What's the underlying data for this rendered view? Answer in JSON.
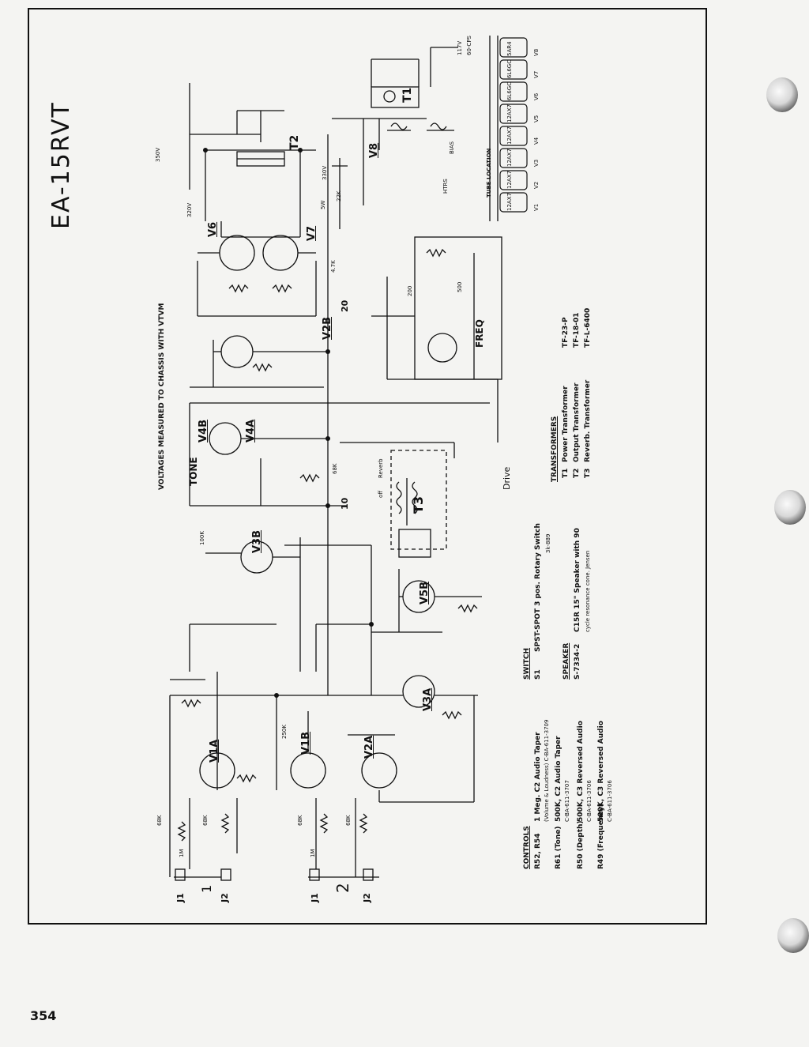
{
  "title": "EA-15RVT",
  "page_number": "354",
  "voltage_note": "VOLTAGES MEASURED TO CHASSIS WITH VTVM",
  "tubes": [
    "V1A",
    "V1B",
    "V2A",
    "V2B",
    "V3A",
    "V3B",
    "V4A",
    "V4B",
    "V5B",
    "V6",
    "V7",
    "V8"
  ],
  "transformer_refs": [
    "T1",
    "T2",
    "T3"
  ],
  "panel_labels": {
    "tone": "TONE",
    "freq": "FREQ",
    "drive": "Drive",
    "reverb": "Reverb",
    "off": "off",
    "bias": "BIAS",
    "htrs": "HTRS"
  },
  "inputs": {
    "j1a": "J1",
    "j2a": "J2",
    "j1b": "J1",
    "j2b": "J2",
    "ch1": "1",
    "ch2": "2"
  },
  "misc_values": [
    "68K",
    "68K",
    "68K",
    "68K",
    "1M",
    "1M",
    "100K",
    "68K",
    "5W",
    "4.7K",
    "500",
    "250K",
    "22K",
    "200",
    "330V",
    "320V",
    "350V",
    "117V",
    "60-CPS",
    "20",
    "10"
  ],
  "tube_chart": {
    "label": "TUBE LOCATION",
    "tubes": [
      {
        "pos": "V1",
        "type": "12AX7"
      },
      {
        "pos": "V2",
        "type": "12AX7"
      },
      {
        "pos": "V3",
        "type": "12AX7"
      },
      {
        "pos": "V4",
        "type": "12AX7"
      },
      {
        "pos": "V5",
        "type": "12AX7"
      },
      {
        "pos": "V6",
        "type": "6L6GC"
      },
      {
        "pos": "V7",
        "type": "6L6GC"
      },
      {
        "pos": "V8",
        "type": "5AR4"
      }
    ]
  },
  "controls": {
    "heading": "CONTROLS",
    "items": [
      {
        "ref": "R52, R54",
        "desc": "1 Meg. C2 Audio Taper",
        "sub": "(Volume & Loudness) C-BA-611-3709"
      },
      {
        "ref": "R61 (Tone)",
        "desc": "500K, C2 Audio Taper",
        "sub": "C-BA-611-3707"
      },
      {
        "ref": "R50 (Depth)",
        "desc": "500K, C3 Reversed Audio",
        "sub": "C-BA-611-3706"
      },
      {
        "ref": "R49 (Frequency)",
        "desc": "500K, C3 Reversed Audio",
        "sub": "C-BA-611-3706"
      }
    ]
  },
  "switch": {
    "heading": "SWITCH",
    "items": [
      {
        "ref": "S1",
        "desc": "SPST-SPOT 3 pos. Rotary Switch",
        "sub": "3k-889"
      }
    ]
  },
  "speaker": {
    "heading": "SPEAKER",
    "items": [
      {
        "ref": "S-7334-2",
        "desc": "C15R 15\" Speaker with 90",
        "sub": "cycle resonance cone. Jensen"
      }
    ]
  },
  "transformers": {
    "heading": "TRANSFORMERS",
    "items": [
      {
        "ref": "T1",
        "desc": "Power Transformer",
        "part": "TF-23-P"
      },
      {
        "ref": "T2",
        "desc": "Output Transformer",
        "part": "TF-18-01"
      },
      {
        "ref": "T3",
        "desc": "Reverb. Transformer",
        "part": "TF-L-6400"
      }
    ]
  }
}
